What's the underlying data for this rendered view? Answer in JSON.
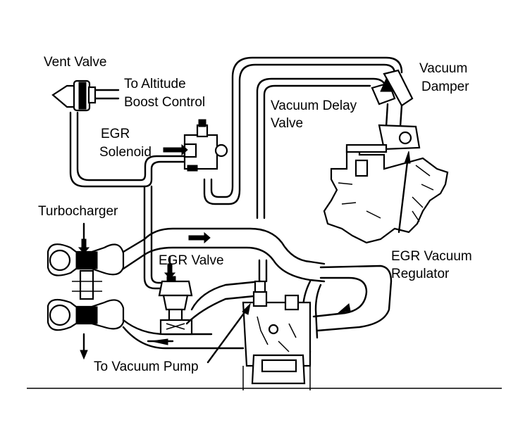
{
  "labels": {
    "vent_valve": "Vent Valve",
    "to_altitude_1": "To Altitude",
    "to_altitude_2": "Boost Control",
    "egr_solenoid_1": "EGR",
    "egr_solenoid_2": "Solenoid",
    "vacuum_delay_1": "Vacuum Delay",
    "vacuum_delay_2": "Valve",
    "vacuum_damper_1": "Vacuum",
    "vacuum_damper_2": "Damper",
    "turbocharger": "Turbocharger",
    "egr_valve": "EGR Valve",
    "egr_vac_reg_1": "EGR Vacuum",
    "egr_vac_reg_2": "Regulator",
    "to_vacuum_pump": "To Vacuum Pump"
  },
  "colors": {
    "ink": "#000000",
    "paper": "#ffffff"
  }
}
